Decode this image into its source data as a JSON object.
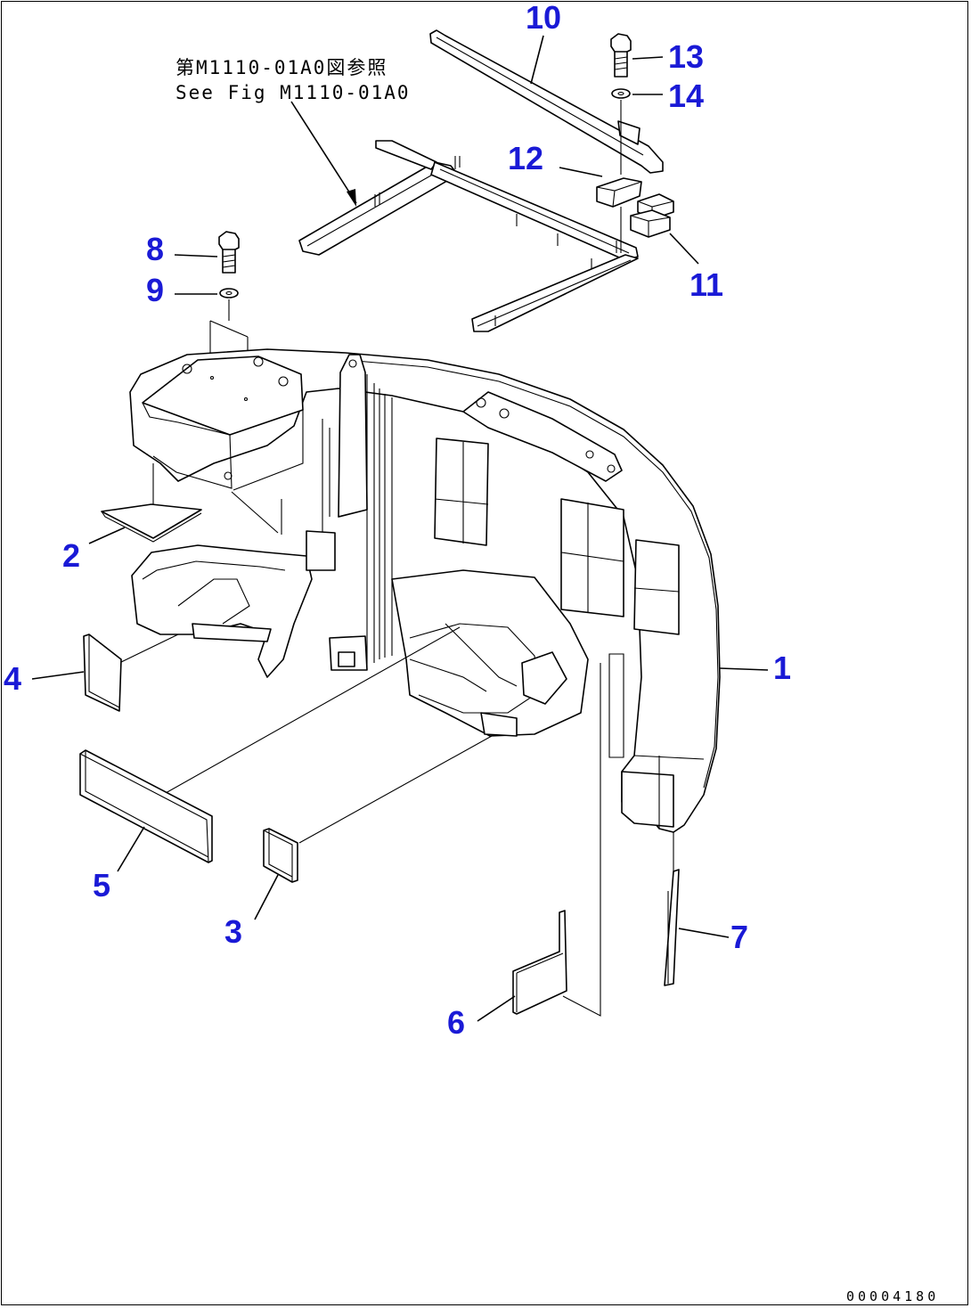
{
  "reference_note": {
    "line1": "第M1110-01A0図参照",
    "line2": "See Fig M1110-01A0"
  },
  "callouts": [
    "1",
    "2",
    "3",
    "4",
    "5",
    "6",
    "7",
    "8",
    "9",
    "10",
    "11",
    "12",
    "13",
    "14"
  ],
  "figure_number": "00004180",
  "colors": {
    "callout": "#1a1ad6",
    "line": "#000000",
    "background": "#ffffff"
  }
}
